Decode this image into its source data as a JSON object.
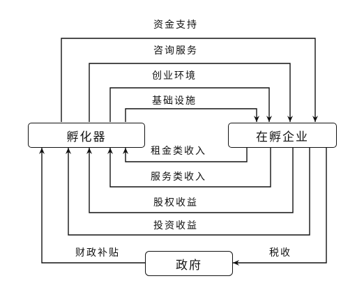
{
  "nodes": {
    "incubator": "孵化器",
    "enterprise": "在孵企业",
    "government": "政府"
  },
  "flows": {
    "funding_support": "资金支持",
    "consulting_service": "咨询服务",
    "startup_environment": "创业环境",
    "infrastructure": "基础设施",
    "rent_income": "租金类收入",
    "service_income": "服务类收入",
    "equity_income": "股权收益",
    "investment_income": "投资收益",
    "fiscal_subsidy": "财政补贴",
    "tax": "税收"
  }
}
